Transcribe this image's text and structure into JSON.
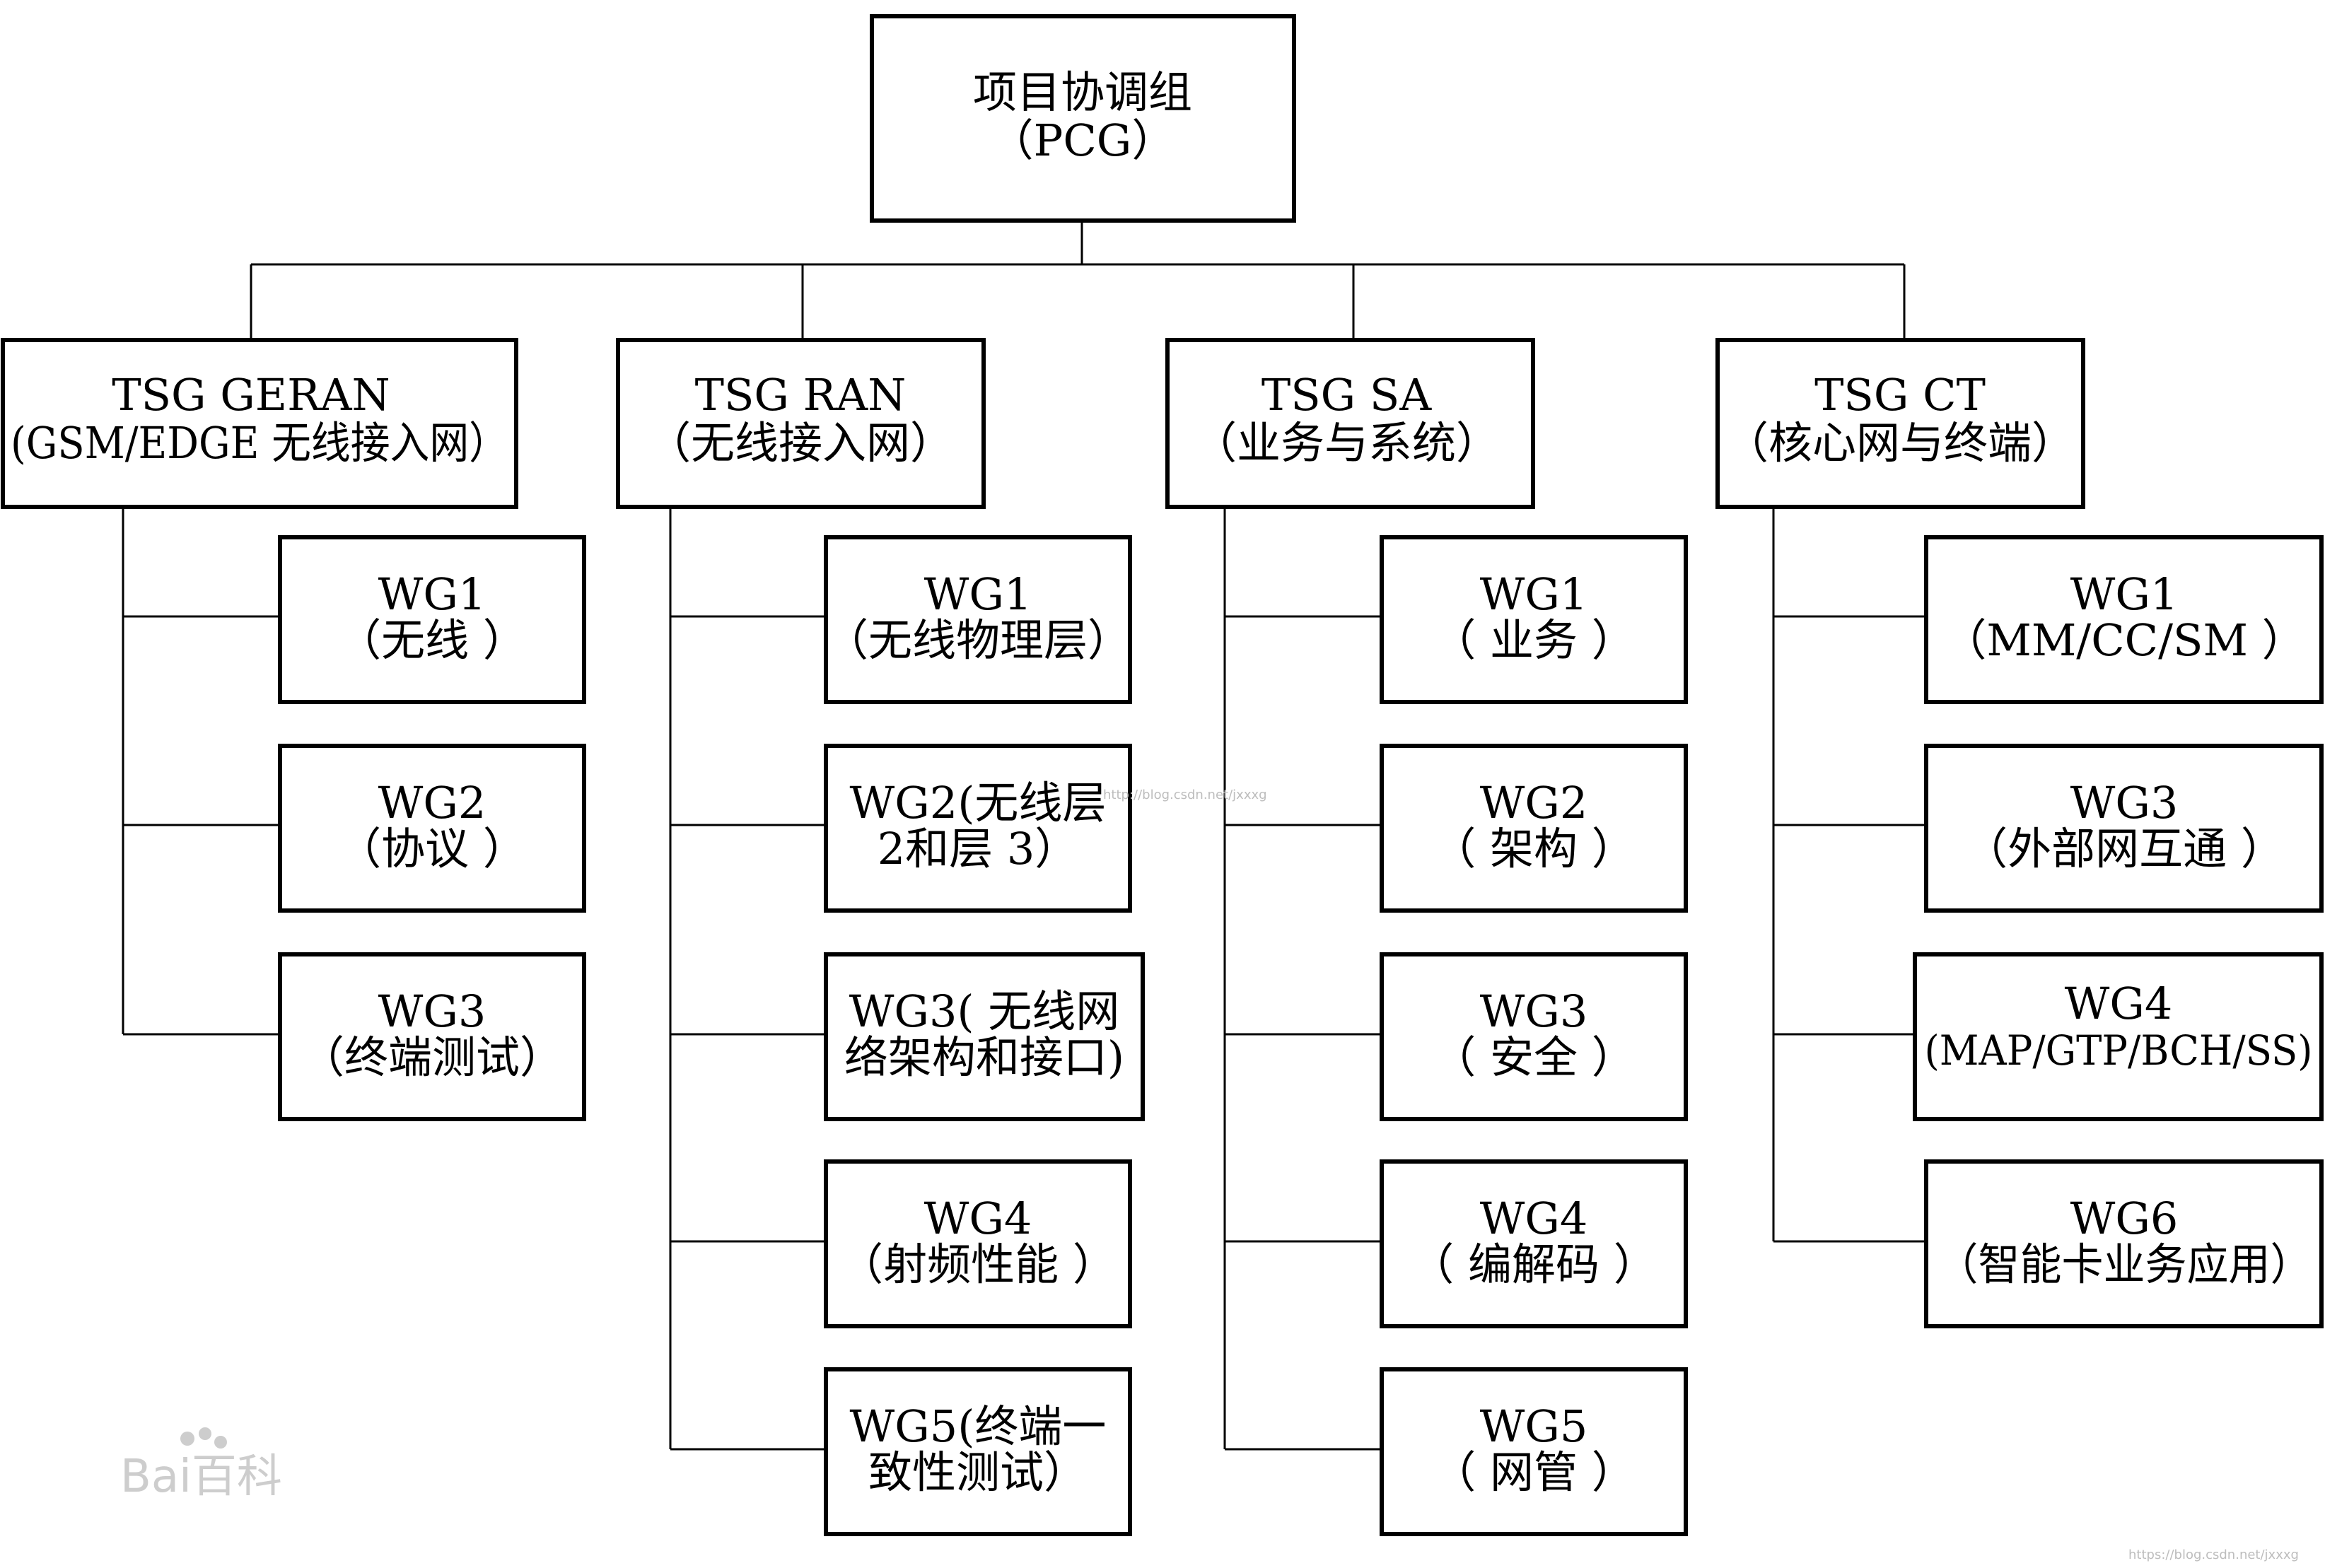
{
  "root": {
    "line1": "项目协调组",
    "line2": "（PCG）"
  },
  "groups": [
    {
      "title": "TSG GERAN",
      "subtitle": "(GSM/EDGE 无线接入网）",
      "children": [
        {
          "line1": "WG1",
          "line2": "（无线 ）"
        },
        {
          "line1": "WG2",
          "line2": "（协议 ）"
        },
        {
          "line1": "WG3",
          "line2": "（终端测试）"
        }
      ]
    },
    {
      "title": "TSG RAN",
      "subtitle": "（无线接入网）",
      "children": [
        {
          "line1": "WG1",
          "line2": "（无线物理层）"
        },
        {
          "line1": "WG2(无线层",
          "line2": "2和层 3）"
        },
        {
          "line1": "WG3( 无线网",
          "line2": "络架构和接口)"
        },
        {
          "line1": "WG4",
          "line2": "（射频性能 ）"
        },
        {
          "line1": "WG5(终端一",
          "line2": "致性测试）"
        }
      ]
    },
    {
      "title": "TSG SA",
      "subtitle": "（业务与系统）",
      "children": [
        {
          "line1": "WG1",
          "line2": "（ 业务 ）"
        },
        {
          "line1": "WG2",
          "line2": "（ 架构 ）"
        },
        {
          "line1": "WG3",
          "line2": "（ 安全 ）"
        },
        {
          "line1": "WG4",
          "line2": "（ 编解码 ）"
        },
        {
          "line1": "WG5",
          "line2": "（ 网管 ）"
        }
      ]
    },
    {
      "title": "TSG CT",
      "subtitle": "（核心网与终端）",
      "children": [
        {
          "line1": "WG1",
          "line2": "（MM/CC/SM ）"
        },
        {
          "line1": "WG3",
          "line2": "（外部网互通 ）"
        },
        {
          "line1": "WG4",
          "line2": "(MAP/GTP/BCH/SS)"
        },
        {
          "line1": "WG6",
          "line2": "（智能卡业务应用）"
        }
      ]
    }
  ],
  "watermark": {
    "brand": "Bai百科",
    "url_center": "http://blog.csdn.net/jxxxg",
    "url_corner": "https://blog.csdn.net/jxxxg"
  }
}
